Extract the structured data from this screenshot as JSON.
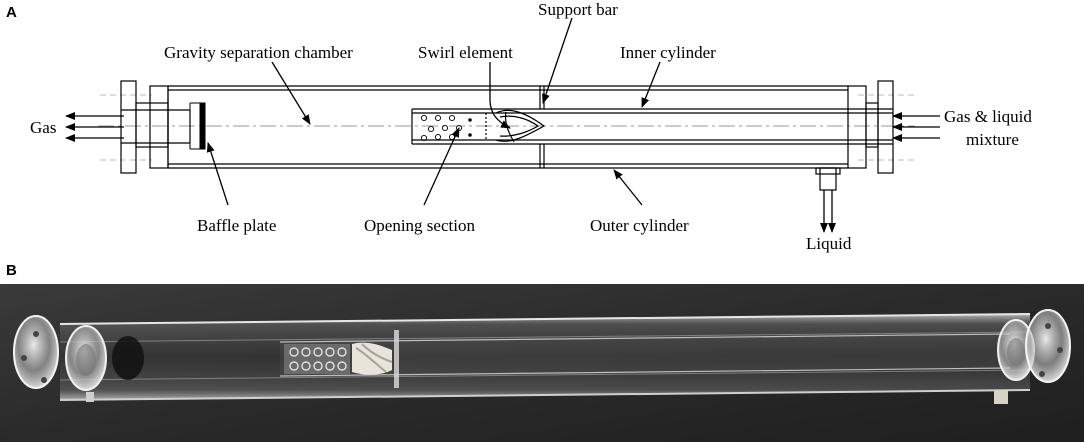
{
  "panels": {
    "a": "A",
    "b": "B"
  },
  "diagram": {
    "labels": {
      "gravity_chamber": "Gravity separation chamber",
      "swirl_element": "Swirl element",
      "support_bar": "Support bar",
      "inner_cylinder": "Inner cylinder",
      "gas": "Gas",
      "mixture_line1": "Gas & liquid",
      "mixture_line2": "mixture",
      "baffle_plate": "Baffle plate",
      "opening_section": "Opening section",
      "outer_cylinder": "Outer cylinder",
      "liquid": "Liquid"
    }
  },
  "colors": {
    "line": "#000000",
    "centerline": "#9a9a9a",
    "photo_background": "#2b2b2b"
  }
}
